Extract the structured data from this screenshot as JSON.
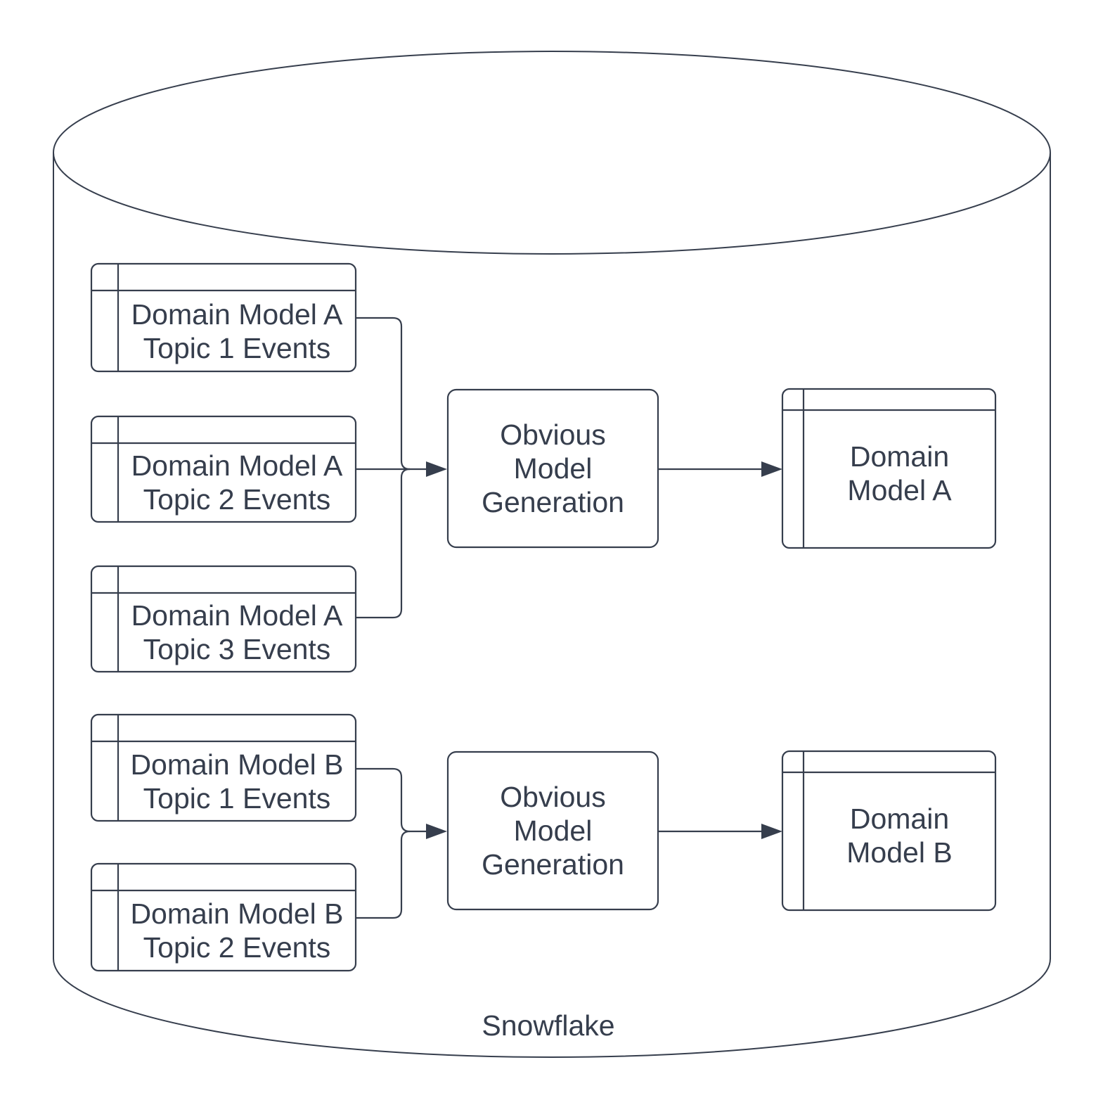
{
  "container": {
    "label": "Snowflake"
  },
  "colors": {
    "line": "#363E4D",
    "text": "#363E4D",
    "background": "#FFFFFF"
  },
  "pipeline_a": {
    "sources": [
      {
        "label": "Domain Model A\nTopic 1 Events"
      },
      {
        "label": "Domain Model A\nTopic 2 Events"
      },
      {
        "label": "Domain Model A\nTopic 3 Events"
      }
    ],
    "process": {
      "label": "Obvious\nModel\nGeneration"
    },
    "output": {
      "label": "Domain\nModel A"
    }
  },
  "pipeline_b": {
    "sources": [
      {
        "label": "Domain Model B\nTopic 1 Events"
      },
      {
        "label": "Domain Model B\nTopic 2 Events"
      }
    ],
    "process": {
      "label": "Obvious\nModel\nGeneration"
    },
    "output": {
      "label": "Domain\nModel B"
    }
  }
}
